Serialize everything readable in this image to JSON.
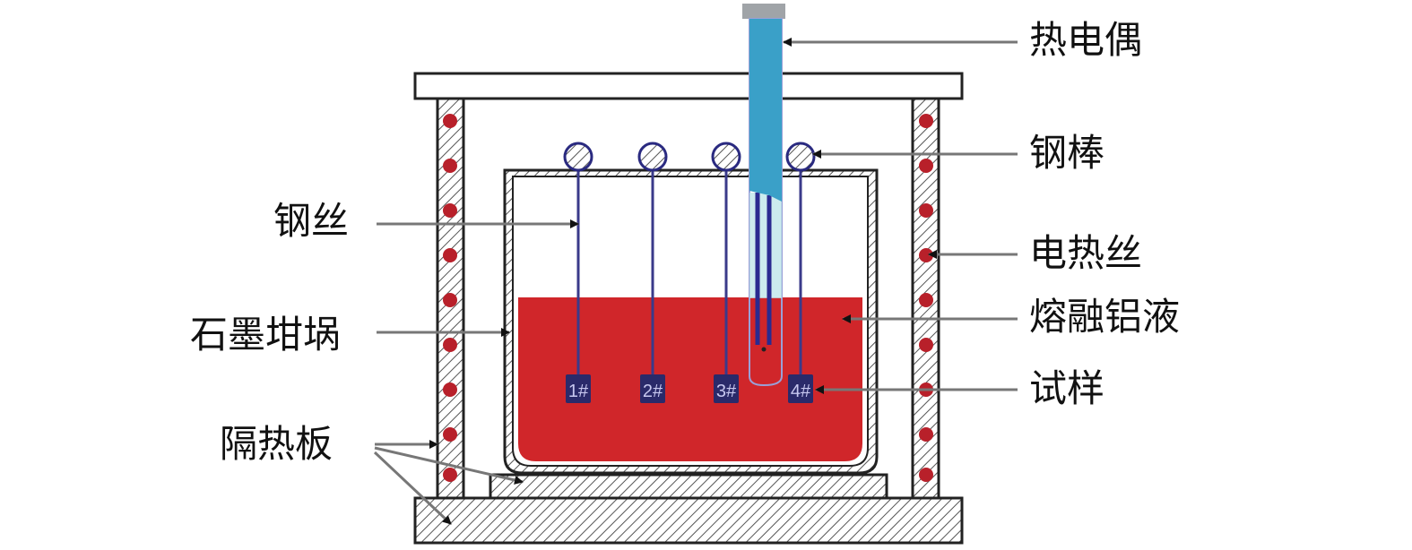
{
  "labels": {
    "thermocouple": "热电偶",
    "steel_rod": "钢棒",
    "heating_wire": "电热丝",
    "molten_aluminum": "熔融铝液",
    "sample": "试样",
    "steel_wire": "钢丝",
    "graphite_crucible": "石墨坩埚",
    "insulation_board": "隔热板"
  },
  "samples": [
    "1#",
    "2#",
    "3#",
    "4#"
  ],
  "colors": {
    "molten": "#d0262a",
    "thermocouple": "#3aa0c8",
    "wire": "#3a3a8a",
    "heater_dot": "#b8202a"
  }
}
